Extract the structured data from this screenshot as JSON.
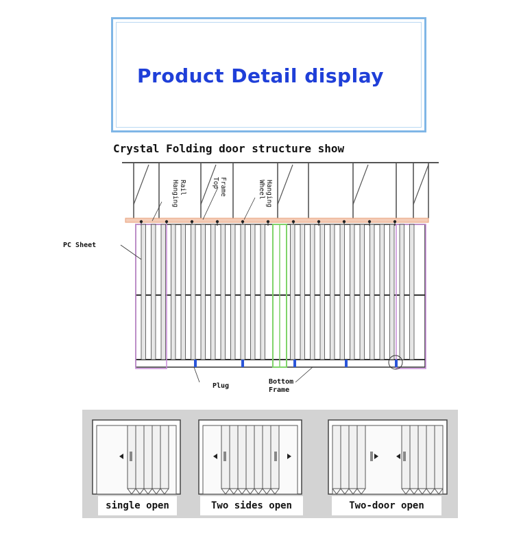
{
  "header": {
    "title": "Product Detail display"
  },
  "structure": {
    "title": "Crystal Folding door structure show",
    "labels": {
      "hanging_rail": [
        "Hanging",
        "Rail"
      ],
      "top_frame": [
        "Top",
        "Frame"
      ],
      "hanging_wheel": [
        "Hanging",
        "Wheel"
      ],
      "pc_sheet": "PC Sheet",
      "plug": "Plug",
      "bottom_frame": [
        "Bottom",
        "Frame"
      ]
    }
  },
  "open_modes": [
    {
      "label": "single open",
      "icon": "single-open-door-icon"
    },
    {
      "label": "Two sides open",
      "icon": "two-sides-open-door-icon"
    },
    {
      "label": "Two-door open",
      "icon": "two-door-open-door-icon"
    }
  ],
  "colors": {
    "title_blue": "#1f3fd8",
    "border_blue": "#7fb6e6",
    "rail_orange": "#e8a07a",
    "edge_purple": "#c78ad8",
    "center_green": "#7fd36a",
    "plug_blue": "#2a55d8"
  }
}
